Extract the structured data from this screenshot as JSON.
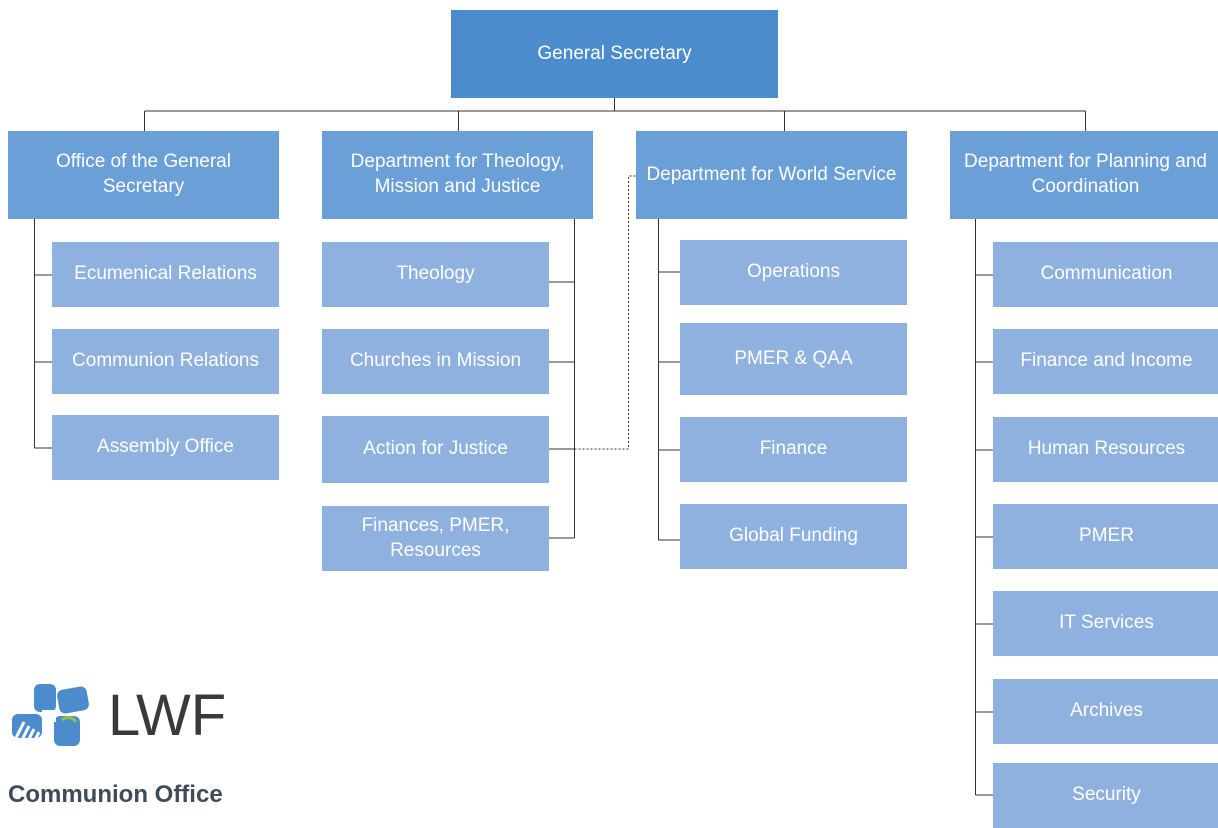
{
  "root": {
    "label": "General Secretary"
  },
  "departments": [
    {
      "label": "Office of the General Secretary",
      "units": [
        "Ecumenical Relations",
        "Communion Relations",
        "Assembly Office"
      ]
    },
    {
      "label": "Department for Theology, Mission and Justice",
      "units": [
        "Theology",
        "Churches in Mission",
        "Action for Justice",
        "Finances, PMER, Resources"
      ]
    },
    {
      "label": "Department for World Service",
      "units": [
        "Operations",
        "PMER & QAA",
        "Finance",
        "Global Funding"
      ]
    },
    {
      "label": "Department for Planning and Coordination",
      "units": [
        "Communication",
        "Finance and Income",
        "Human Resources",
        "PMER",
        "IT Services",
        "Archives",
        "Security"
      ]
    }
  ],
  "dotted_link": {
    "from": "Action for Justice",
    "to": "Department for World Service"
  },
  "logo": {
    "text": "LWF",
    "icon": "lwf-logo-icon"
  },
  "footer": {
    "label": "Communion Office"
  },
  "colors": {
    "root": "#4c8ccc",
    "department": "#6a9fd8",
    "unit": "#8eb1df",
    "line": "#333333"
  }
}
